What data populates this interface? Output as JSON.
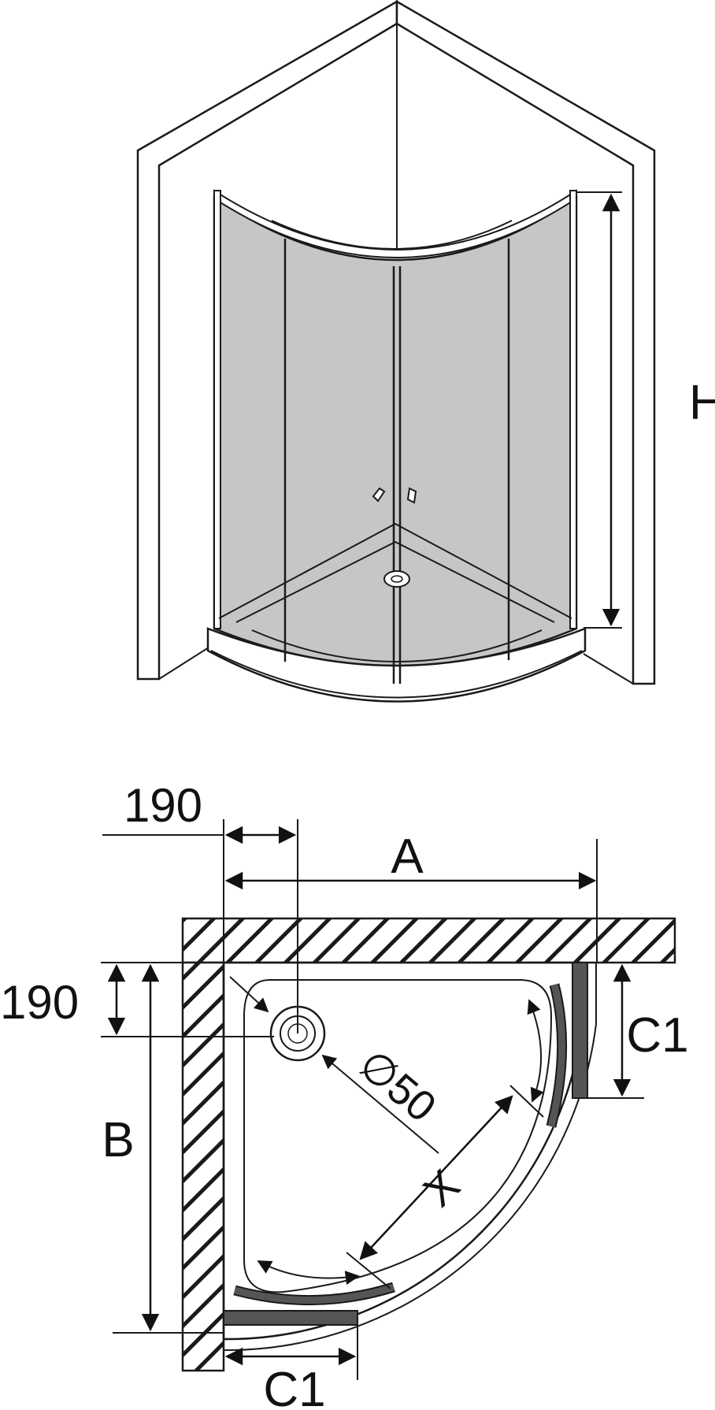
{
  "labels": {
    "height": "H",
    "offset_top": "190",
    "offset_left": "190",
    "width": "A",
    "depth": "B",
    "side_panel_right": "C1",
    "side_panel_bottom": "C1",
    "drain": "∅50",
    "entry": "X"
  },
  "colors": {
    "glass": "#c6c6c6",
    "line": "#1a1a1a",
    "panel": "#555555",
    "hatch_fill": "#ffffff"
  },
  "icons": {
    "door_handles": "handle-icon",
    "drain": "drain-icon"
  }
}
